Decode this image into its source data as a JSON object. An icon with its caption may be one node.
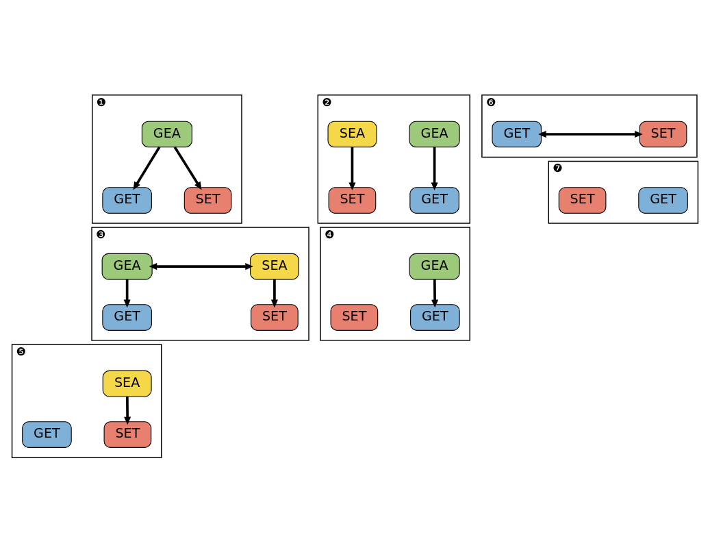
{
  "diagram": {
    "nodes": [
      {
        "text": [
          "❶"
        ]
      },
      {
        "text": [
          "GEA"
        ],
        "in": 0
      },
      {
        "text": [
          "GET"
        ],
        "in": 0
      },
      {
        "text": [
          "SET"
        ],
        "in": 0
      },
      {
        "text": [
          "❷"
        ]
      },
      {
        "text": [
          "GEA"
        ],
        "in": 4
      },
      {
        "text": [
          "SEA"
        ],
        "in": 4
      },
      {
        "text": [
          "GET"
        ],
        "in": 4
      },
      {
        "text": [
          "SET"
        ],
        "in": 4
      },
      {
        "text": [
          "❸"
        ]
      },
      {
        "text": [
          "GEA"
        ],
        "in": 9
      },
      {
        "text": [
          "SEA"
        ],
        "in": 9
      },
      {
        "text": [
          "GET"
        ],
        "in": 9
      },
      {
        "text": [
          "SET"
        ],
        "in": 9
      },
      {
        "text": [
          "❹"
        ]
      },
      {
        "text": [
          "GEA"
        ],
        "in": 14
      },
      {
        "text": [
          "GET"
        ],
        "in": 14
      },
      {
        "text": [
          "SET"
        ],
        "in": 14
      },
      {
        "text": [
          "❺"
        ]
      },
      {
        "text": [
          "SEA"
        ],
        "in": 18
      },
      {
        "text": [
          "GET"
        ],
        "in": 18
      },
      {
        "text": [
          "SET"
        ],
        "in": 18
      },
      {
        "text": [
          "❻"
        ]
      },
      {
        "text": [
          "GET"
        ],
        "in": 22
      },
      {
        "text": [
          "SET"
        ],
        "in": 22
      },
      {
        "text": [
          "❼"
        ]
      },
      {
        "text": [
          "GET"
        ],
        "in": 25
      },
      {
        "text": [
          "SET"
        ],
        "in": 25
      }
    ],
    "edges": [
      {
        "from": 1,
        "to": 2,
        "arrow": "to"
      },
      {
        "from": 1,
        "to": 3,
        "arrow": "to"
      },
      {
        "from": 5,
        "to": 7,
        "arrow": "to"
      },
      {
        "from": 6,
        "to": 8,
        "arrow": "to"
      },
      {
        "from": 10,
        "to": 11,
        "arrow": "both"
      },
      {
        "from": 10,
        "to": 12,
        "arrow": "to"
      },
      {
        "from": 11,
        "to": 13,
        "arrow": "to"
      },
      {
        "from": 15,
        "to": 16,
        "arrow": "to"
      },
      {
        "from": 19,
        "to": 21,
        "arrow": "to"
      },
      {
        "from": 23,
        "to": 24,
        "arrow": "both"
      }
    ]
  }
}
